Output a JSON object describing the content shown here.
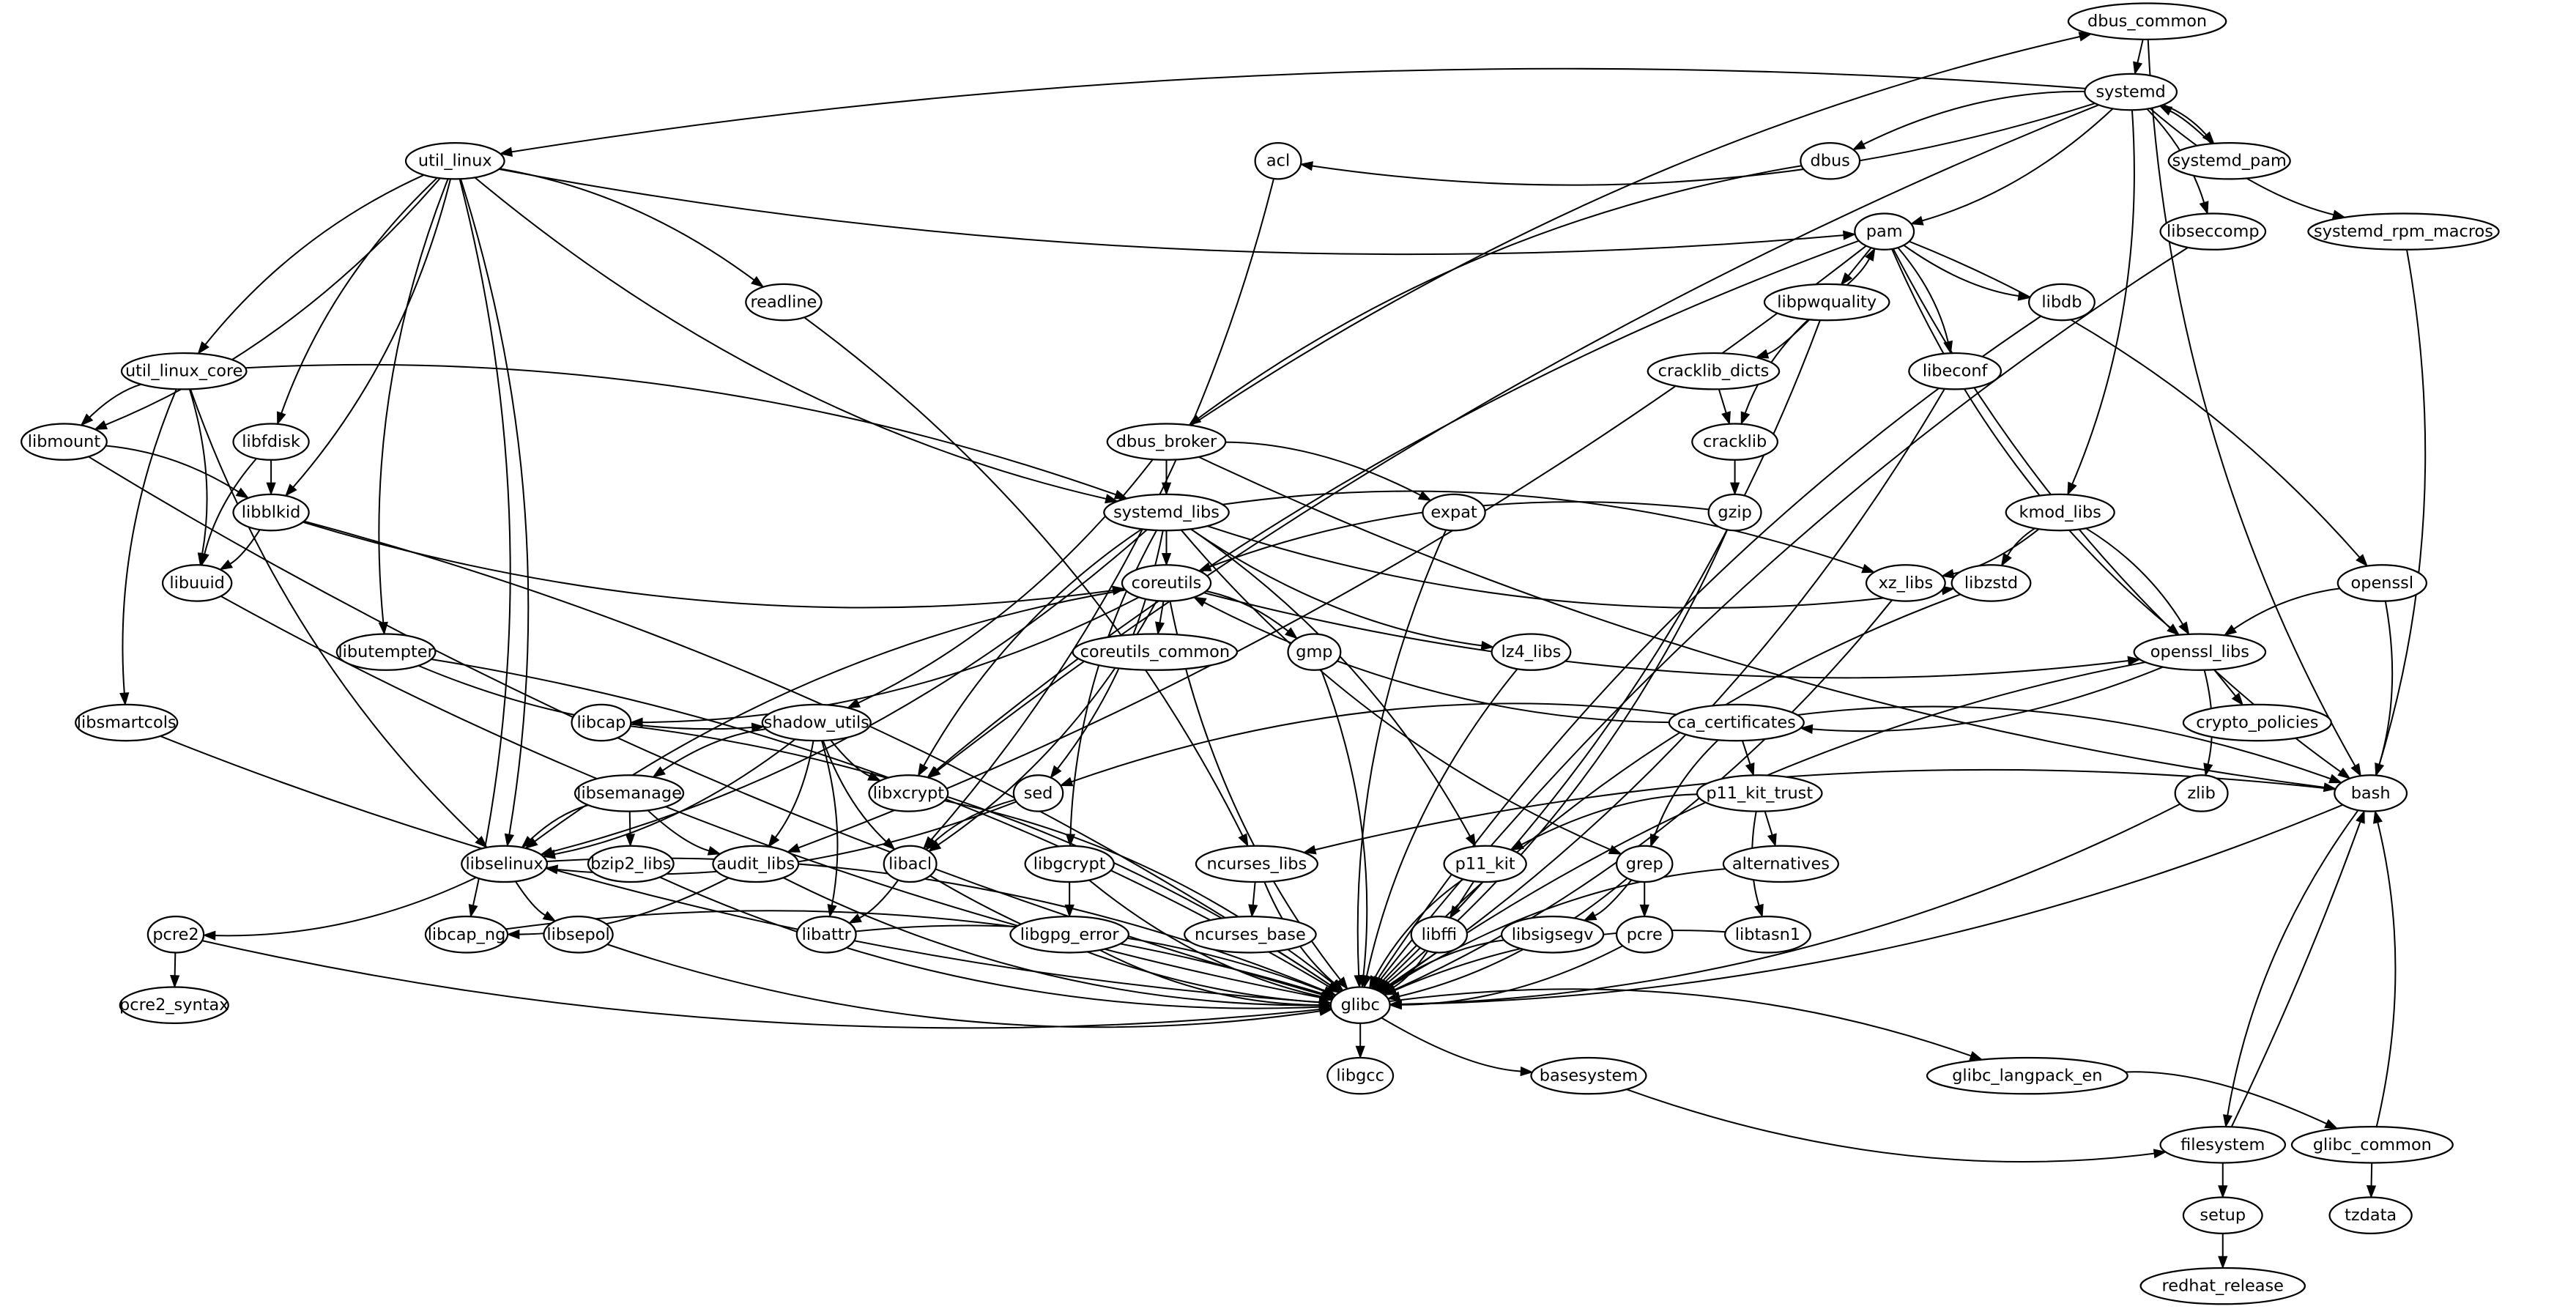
{
  "graph": {
    "type": "directed-dependency-graph",
    "colors": {
      "stroke": "#000000",
      "fill": "#ffffff",
      "text": "#000000"
    },
    "nodes": [
      {
        "id": "dbus_common"
      },
      {
        "id": "systemd"
      },
      {
        "id": "systemd_pam"
      },
      {
        "id": "util_linux"
      },
      {
        "id": "acl"
      },
      {
        "id": "dbus"
      },
      {
        "id": "libseccomp"
      },
      {
        "id": "systemd_rpm_macros"
      },
      {
        "id": "pam"
      },
      {
        "id": "readline"
      },
      {
        "id": "libpwquality"
      },
      {
        "id": "libdb"
      },
      {
        "id": "util_linux_core"
      },
      {
        "id": "cracklib_dicts"
      },
      {
        "id": "libeconf"
      },
      {
        "id": "libmount"
      },
      {
        "id": "libfdisk"
      },
      {
        "id": "dbus_broker"
      },
      {
        "id": "cracklib"
      },
      {
        "id": "libblkid"
      },
      {
        "id": "systemd_libs"
      },
      {
        "id": "expat"
      },
      {
        "id": "gzip"
      },
      {
        "id": "kmod_libs"
      },
      {
        "id": "libuuid"
      },
      {
        "id": "coreutils"
      },
      {
        "id": "xz_libs"
      },
      {
        "id": "libzstd"
      },
      {
        "id": "openssl"
      },
      {
        "id": "libutempter"
      },
      {
        "id": "coreutils_common"
      },
      {
        "id": "gmp"
      },
      {
        "id": "lz4_libs"
      },
      {
        "id": "openssl_libs"
      },
      {
        "id": "libsmartcols"
      },
      {
        "id": "libcap"
      },
      {
        "id": "shadow_utils"
      },
      {
        "id": "ca_certificates"
      },
      {
        "id": "crypto_policies"
      },
      {
        "id": "libsemanage"
      },
      {
        "id": "libxcrypt"
      },
      {
        "id": "sed"
      },
      {
        "id": "p11_kit_trust"
      },
      {
        "id": "zlib"
      },
      {
        "id": "bash"
      },
      {
        "id": "libselinux"
      },
      {
        "id": "bzip2_libs"
      },
      {
        "id": "audit_libs"
      },
      {
        "id": "libacl"
      },
      {
        "id": "libgcrypt"
      },
      {
        "id": "ncurses_libs"
      },
      {
        "id": "p11_kit"
      },
      {
        "id": "grep"
      },
      {
        "id": "alternatives"
      },
      {
        "id": "pcre2"
      },
      {
        "id": "libcap_ng"
      },
      {
        "id": "libsepol"
      },
      {
        "id": "libattr"
      },
      {
        "id": "libgpg_error"
      },
      {
        "id": "ncurses_base"
      },
      {
        "id": "libffi"
      },
      {
        "id": "libsigsegv"
      },
      {
        "id": "pcre"
      },
      {
        "id": "libtasn1"
      },
      {
        "id": "pcre2_syntax"
      },
      {
        "id": "glibc"
      },
      {
        "id": "libgcc"
      },
      {
        "id": "basesystem"
      },
      {
        "id": "glibc_langpack_en"
      },
      {
        "id": "filesystem"
      },
      {
        "id": "glibc_common"
      },
      {
        "id": "setup"
      },
      {
        "id": "tzdata"
      },
      {
        "id": "redhat_release"
      }
    ],
    "edges": [
      [
        "dbus_common",
        "systemd"
      ],
      [
        "dbus_common",
        "bash"
      ],
      [
        "dbus_broker",
        "dbus_common"
      ],
      [
        "systemd",
        "util_linux"
      ],
      [
        "systemd",
        "acl"
      ],
      [
        "systemd",
        "dbus"
      ],
      [
        "systemd",
        "systemd_pam"
      ],
      [
        "systemd_pam",
        "systemd"
      ],
      [
        "systemd",
        "libseccomp"
      ],
      [
        "systemd",
        "systemd_rpm_macros"
      ],
      [
        "systemd",
        "kmod_libs"
      ],
      [
        "systemd",
        "libxcrypt"
      ],
      [
        "systemd",
        "pam"
      ],
      [
        "util_linux",
        "pam"
      ],
      [
        "util_linux",
        "readline"
      ],
      [
        "util_linux",
        "util_linux_core"
      ],
      [
        "util_linux",
        "libmount"
      ],
      [
        "util_linux",
        "libfdisk"
      ],
      [
        "util_linux",
        "libblkid"
      ],
      [
        "util_linux",
        "libutempter"
      ],
      [
        "util_linux",
        "libcap_ng"
      ],
      [
        "util_linux",
        "systemd_libs"
      ],
      [
        "util_linux",
        "libselinux"
      ],
      [
        "util_linux_core",
        "libmount"
      ],
      [
        "util_linux_core",
        "libuuid"
      ],
      [
        "util_linux_core",
        "libsmartcols"
      ],
      [
        "util_linux_core",
        "systemd_libs"
      ],
      [
        "util_linux_core",
        "libselinux"
      ],
      [
        "libmount",
        "libblkid"
      ],
      [
        "libmount",
        "glibc"
      ],
      [
        "libfdisk",
        "libblkid"
      ],
      [
        "libfdisk",
        "libuuid"
      ],
      [
        "libblkid",
        "libuuid"
      ],
      [
        "libblkid",
        "coreutils"
      ],
      [
        "libblkid",
        "glibc"
      ],
      [
        "libuuid",
        "glibc"
      ],
      [
        "acl",
        "libacl"
      ],
      [
        "dbus",
        "dbus_broker"
      ],
      [
        "readline",
        "ncurses_libs"
      ],
      [
        "pam",
        "libpwquality"
      ],
      [
        "libpwquality",
        "pam"
      ],
      [
        "pam",
        "libdb"
      ],
      [
        "pam",
        "libeconf"
      ],
      [
        "pam",
        "openssl_libs"
      ],
      [
        "pam",
        "openssl"
      ],
      [
        "pam",
        "bash"
      ],
      [
        "pam",
        "audit_libs"
      ],
      [
        "pam",
        "libxcrypt"
      ],
      [
        "libpwquality",
        "cracklib_dicts"
      ],
      [
        "libpwquality",
        "cracklib"
      ],
      [
        "libpwquality",
        "glibc"
      ],
      [
        "cracklib_dicts",
        "cracklib"
      ],
      [
        "cracklib",
        "gzip"
      ],
      [
        "gzip",
        "coreutils"
      ],
      [
        "gzip",
        "glibc"
      ],
      [
        "libdb",
        "glibc"
      ],
      [
        "libeconf",
        "glibc"
      ],
      [
        "libseccomp",
        "glibc"
      ],
      [
        "systemd_rpm_macros",
        "bash"
      ],
      [
        "dbus_broker",
        "systemd_libs"
      ],
      [
        "dbus_broker",
        "expat"
      ],
      [
        "dbus_broker",
        "bash"
      ],
      [
        "dbus_broker",
        "shadow_utils"
      ],
      [
        "expat",
        "glibc"
      ],
      [
        "systemd_libs",
        "coreutils"
      ],
      [
        "systemd_libs",
        "libzstd"
      ],
      [
        "systemd_libs",
        "xz_libs"
      ],
      [
        "systemd_libs",
        "lz4_libs"
      ],
      [
        "systemd_libs",
        "p11_kit"
      ],
      [
        "systemd_libs",
        "grep"
      ],
      [
        "systemd_libs",
        "sed"
      ],
      [
        "systemd_libs",
        "libgcrypt"
      ],
      [
        "systemd_libs",
        "libselinux"
      ],
      [
        "systemd_libs",
        "libxcrypt"
      ],
      [
        "kmod_libs",
        "xz_libs"
      ],
      [
        "kmod_libs",
        "libzstd"
      ],
      [
        "kmod_libs",
        "openssl_libs"
      ],
      [
        "openssl",
        "openssl_libs"
      ],
      [
        "openssl",
        "bash"
      ],
      [
        "coreutils",
        "coreutils_common"
      ],
      [
        "coreutils",
        "gmp"
      ],
      [
        "coreutils",
        "openssl_libs"
      ],
      [
        "coreutils",
        "libcap"
      ],
      [
        "coreutils",
        "libselinux"
      ],
      [
        "coreutils",
        "libacl"
      ],
      [
        "coreutils",
        "glibc"
      ],
      [
        "xz_libs",
        "glibc"
      ],
      [
        "libzstd",
        "glibc"
      ],
      [
        "gmp",
        "glibc"
      ],
      [
        "lz4_libs",
        "glibc"
      ],
      [
        "openssl_libs",
        "ca_certificates"
      ],
      [
        "openssl_libs",
        "crypto_policies"
      ],
      [
        "openssl_libs",
        "zlib"
      ],
      [
        "openssl_libs",
        "glibc"
      ],
      [
        "ca_certificates",
        "coreutils"
      ],
      [
        "ca_certificates",
        "sed"
      ],
      [
        "ca_certificates",
        "p11_kit_trust"
      ],
      [
        "ca_certificates",
        "grep"
      ],
      [
        "ca_certificates",
        "bash"
      ],
      [
        "libutempter",
        "shadow_utils"
      ],
      [
        "libutempter",
        "glibc"
      ],
      [
        "libsmartcols",
        "glibc"
      ],
      [
        "libcap",
        "glibc"
      ],
      [
        "shadow_utils",
        "libsemanage"
      ],
      [
        "shadow_utils",
        "libselinux"
      ],
      [
        "shadow_utils",
        "libxcrypt"
      ],
      [
        "shadow_utils",
        "audit_libs"
      ],
      [
        "shadow_utils",
        "libacl"
      ],
      [
        "shadow_utils",
        "libattr"
      ],
      [
        "libsemanage",
        "libselinux"
      ],
      [
        "libsemanage",
        "bzip2_libs"
      ],
      [
        "libsemanage",
        "audit_libs"
      ],
      [
        "sed",
        "libselinux"
      ],
      [
        "sed",
        "libacl"
      ],
      [
        "libxcrypt",
        "glibc"
      ],
      [
        "p11_kit_trust",
        "p11_kit"
      ],
      [
        "p11_kit_trust",
        "alternatives"
      ],
      [
        "p11_kit_trust",
        "libtasn1"
      ],
      [
        "zlib",
        "glibc"
      ],
      [
        "bash",
        "ncurses_libs"
      ],
      [
        "bash",
        "glibc"
      ],
      [
        "bash",
        "filesystem"
      ],
      [
        "filesystem",
        "bash"
      ],
      [
        "glibc_common",
        "bash"
      ],
      [
        "libselinux",
        "pcre2"
      ],
      [
        "libselinux",
        "libsepol"
      ],
      [
        "libselinux",
        "glibc"
      ],
      [
        "bzip2_libs",
        "glibc"
      ],
      [
        "audit_libs",
        "libcap_ng"
      ],
      [
        "audit_libs",
        "glibc"
      ],
      [
        "libacl",
        "libattr"
      ],
      [
        "libacl",
        "glibc"
      ],
      [
        "libgcrypt",
        "libgpg_error"
      ],
      [
        "libgcrypt",
        "glibc"
      ],
      [
        "ncurses_libs",
        "ncurses_base"
      ],
      [
        "ncurses_libs",
        "glibc"
      ],
      [
        "p11_kit",
        "libffi"
      ],
      [
        "p11_kit",
        "glibc"
      ],
      [
        "grep",
        "libsigsegv"
      ],
      [
        "grep",
        "pcre"
      ],
      [
        "grep",
        "glibc"
      ],
      [
        "alternatives",
        "glibc"
      ],
      [
        "pcre2",
        "pcre2_syntax"
      ],
      [
        "pcre2",
        "glibc"
      ],
      [
        "libcap_ng",
        "glibc"
      ],
      [
        "libsepol",
        "glibc"
      ],
      [
        "libattr",
        "glibc"
      ],
      [
        "libgpg_error",
        "glibc"
      ],
      [
        "libffi",
        "glibc"
      ],
      [
        "libsigsegv",
        "glibc"
      ],
      [
        "pcre",
        "glibc"
      ],
      [
        "libtasn1",
        "glibc"
      ],
      [
        "glibc",
        "libgcc"
      ],
      [
        "glibc",
        "basesystem"
      ],
      [
        "glibc",
        "glibc_langpack_en"
      ],
      [
        "basesystem",
        "filesystem"
      ],
      [
        "glibc_langpack_en",
        "glibc_common"
      ],
      [
        "filesystem",
        "setup"
      ],
      [
        "glibc_common",
        "tzdata"
      ],
      [
        "setup",
        "redhat_release"
      ]
    ]
  }
}
